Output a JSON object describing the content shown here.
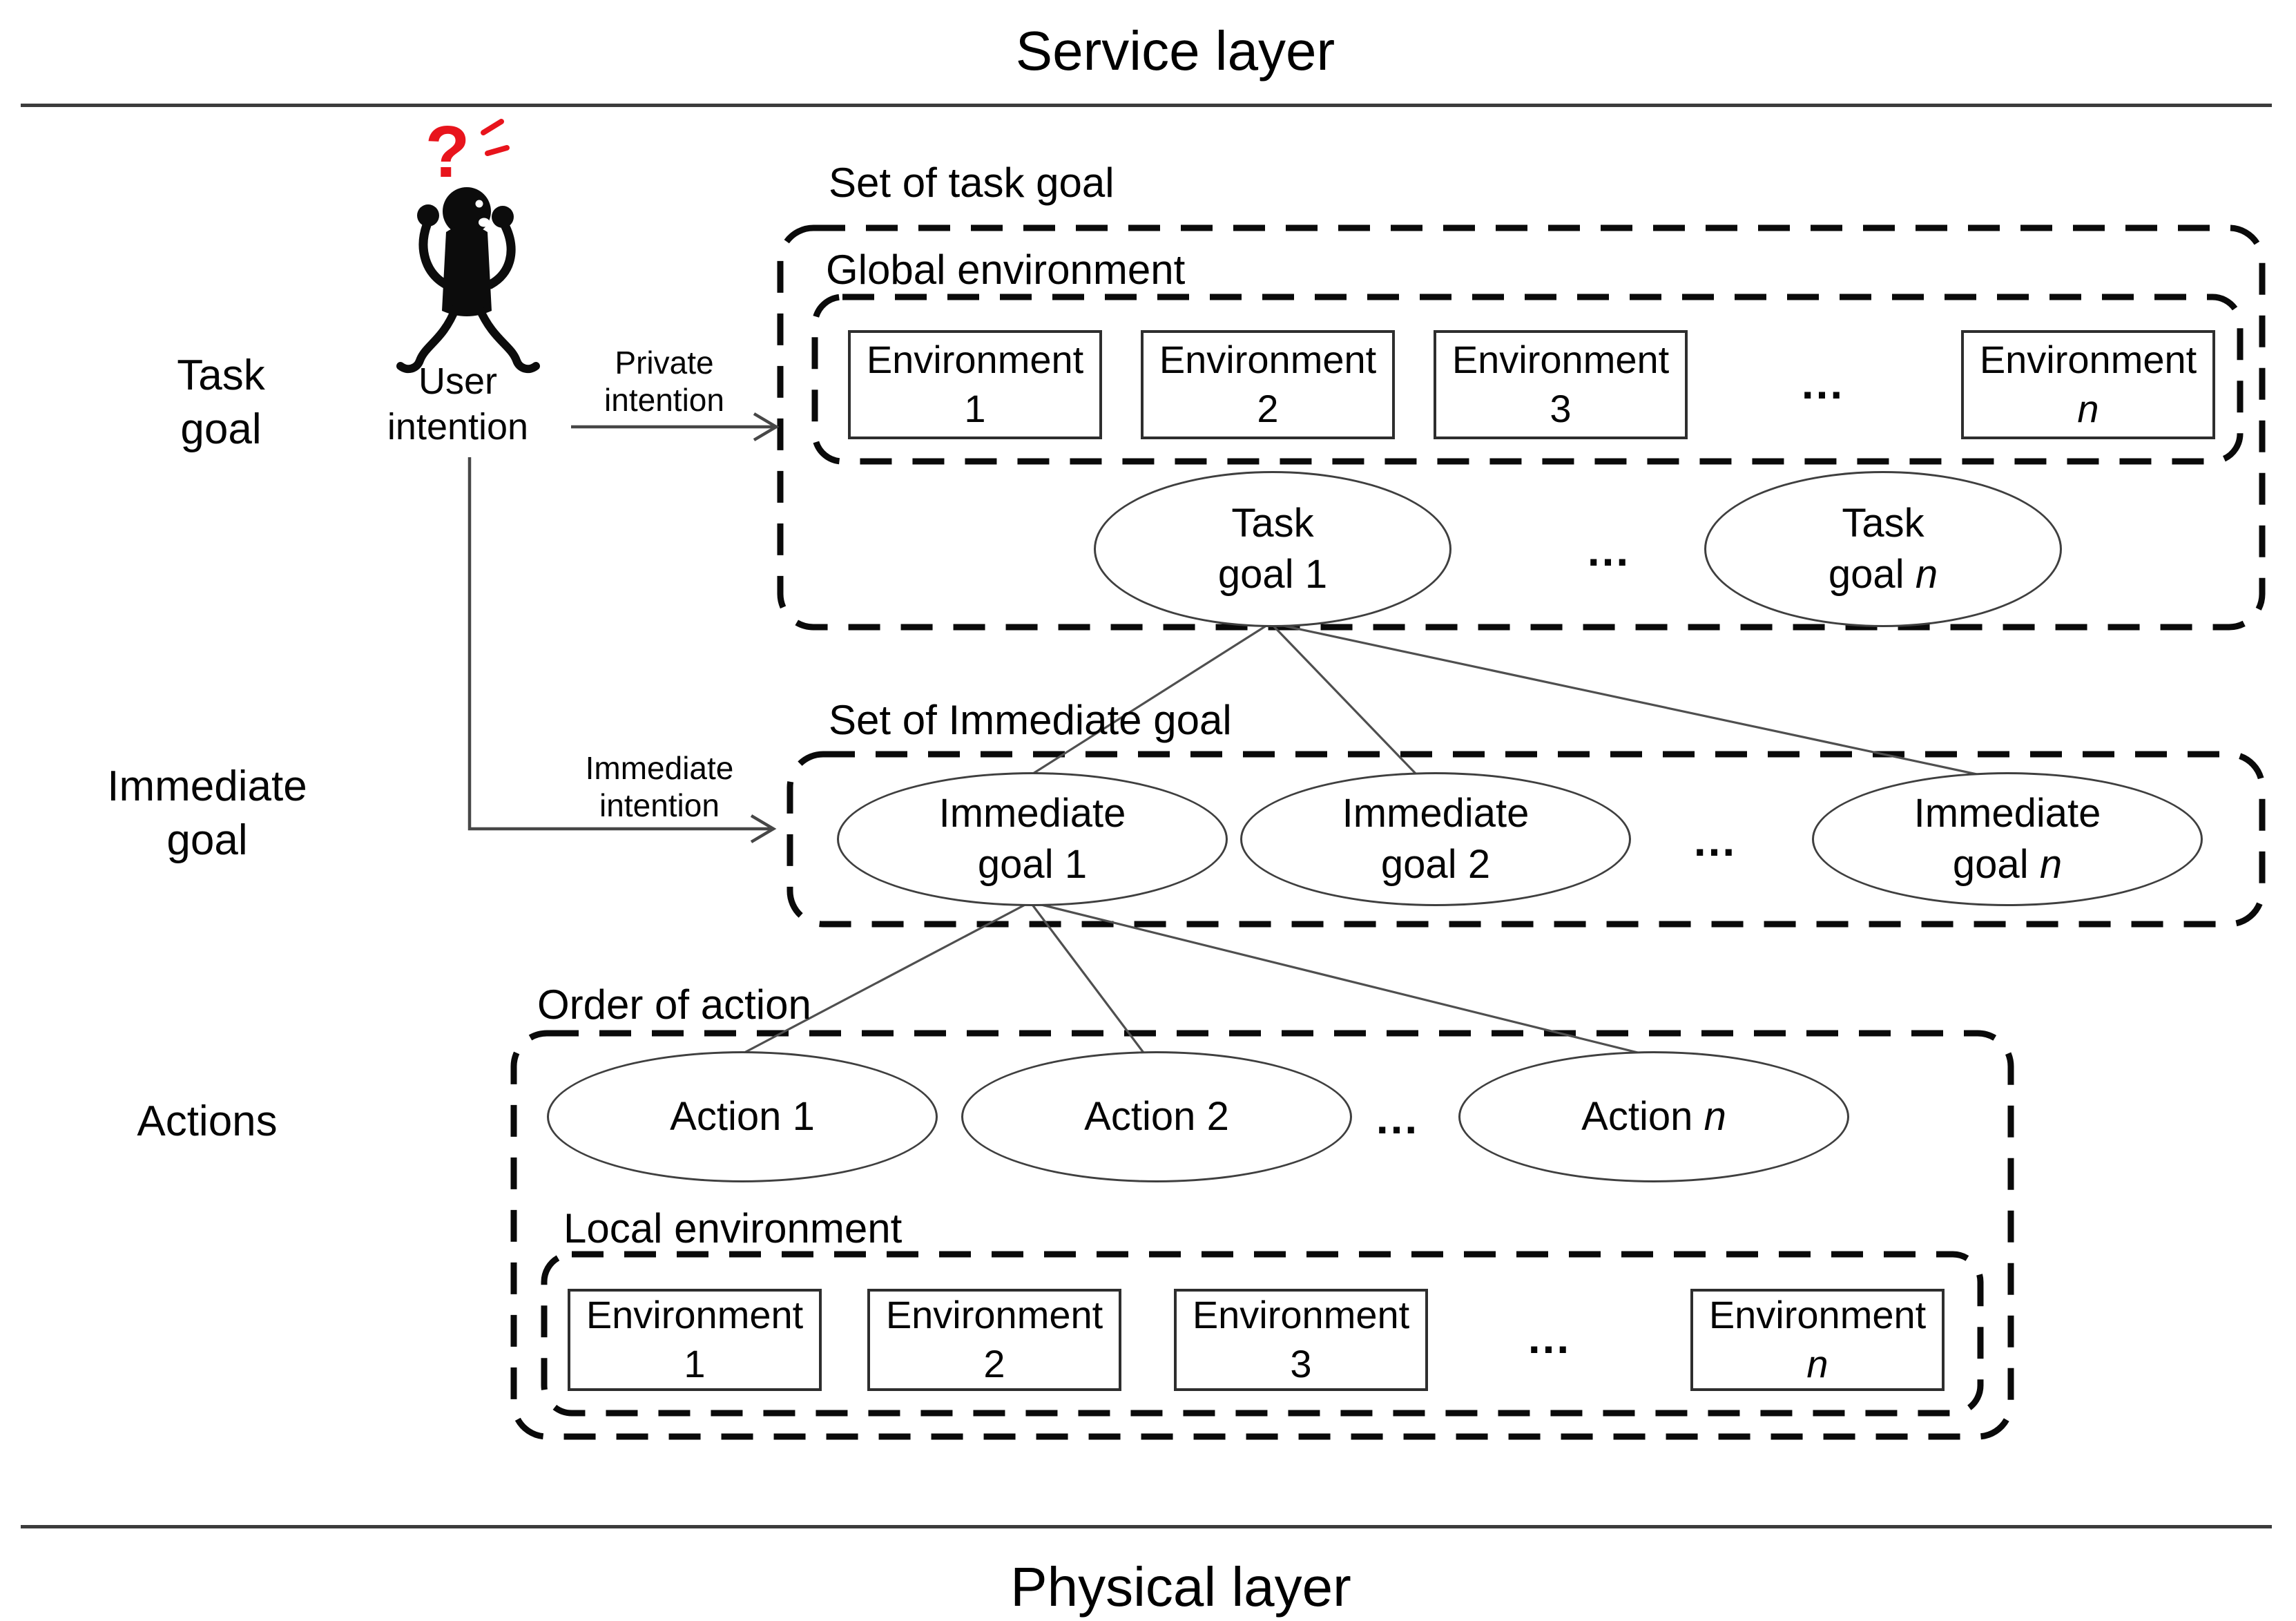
{
  "colors": {
    "accent_red": "#e8141c",
    "line_gray": "#474747",
    "dash_black": "#0a0a0a"
  },
  "titles": {
    "service": "Service layer",
    "physical": "Physical layer"
  },
  "row_labels": {
    "task": "Task\ngoal",
    "immediate": "Immediate\ngoal",
    "actions": "Actions"
  },
  "user": {
    "label": "User\nintention",
    "question_mark": "?"
  },
  "intentions": {
    "private": "Private\nintention",
    "immediate": "Immediate\nintention"
  },
  "dots": "...",
  "task_section": {
    "title": "Set of task goal",
    "env_title": "Global environment",
    "environments": [
      {
        "label": "Environment",
        "num": "1"
      },
      {
        "label": "Environment",
        "num": "2"
      },
      {
        "label": "Environment",
        "num": "3"
      },
      {
        "label": "Environment",
        "num": "n"
      }
    ],
    "goal_first": {
      "line1": "Task",
      "line2": "goal",
      "num": "1"
    },
    "goal_last": {
      "line1": "Task",
      "line2": "goal",
      "num": "n"
    }
  },
  "immediate_section": {
    "title": "Set of Immediate goal",
    "goal_first": {
      "line1": "Immediate",
      "line2": "goal",
      "num": "1"
    },
    "goal_second": {
      "line1": "Immediate",
      "line2": "goal",
      "num": "2"
    },
    "goal_last": {
      "line1": "Immediate",
      "line2": "goal",
      "num": "n"
    }
  },
  "action_section": {
    "title": "Order of action",
    "env_title": "Local environment",
    "action_first": {
      "label": "Action",
      "num": "1"
    },
    "action_second": {
      "label": "Action",
      "num": "2"
    },
    "action_last": {
      "label": "Action",
      "num": "n"
    },
    "environments": [
      {
        "label": "Environment",
        "num": "1"
      },
      {
        "label": "Environment",
        "num": "2"
      },
      {
        "label": "Environment",
        "num": "3"
      },
      {
        "label": "Environment",
        "num": "n"
      }
    ]
  }
}
